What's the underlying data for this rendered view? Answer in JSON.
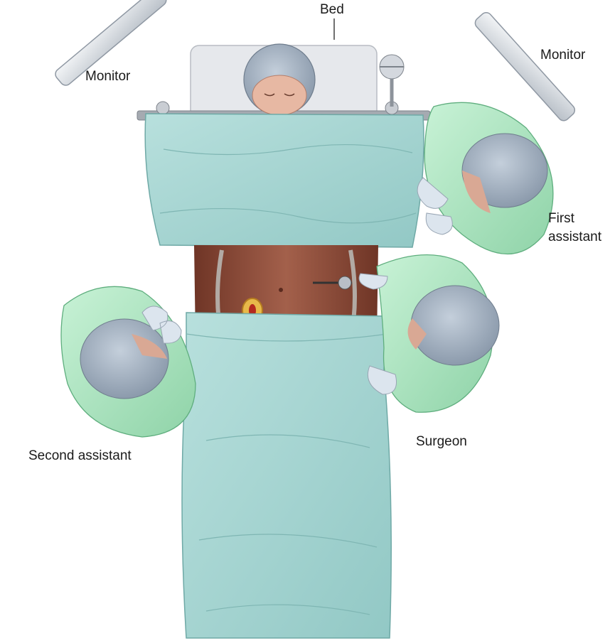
{
  "labels": {
    "bed": "Bed",
    "monitor_left": "Monitor",
    "monitor_right": "Monitor",
    "first_assistant_line1": "First",
    "first_assistant_line2": "assistant",
    "surgeon": "Surgeon",
    "second_assistant": "Second assistant"
  },
  "colors": {
    "drape": "#a9d6d3",
    "drape_shadow": "#7fb9b6",
    "gown": "#b9ecc9",
    "gown_shadow": "#8fd0a6",
    "cap": "#a9b7c6",
    "cap_shadow": "#7f8fa1",
    "skin": "#8a4a37",
    "skin_light": "#a86450",
    "bed": "#e4e6ea",
    "monitor": "#dde1e6",
    "glove": "#dde6ee"
  }
}
